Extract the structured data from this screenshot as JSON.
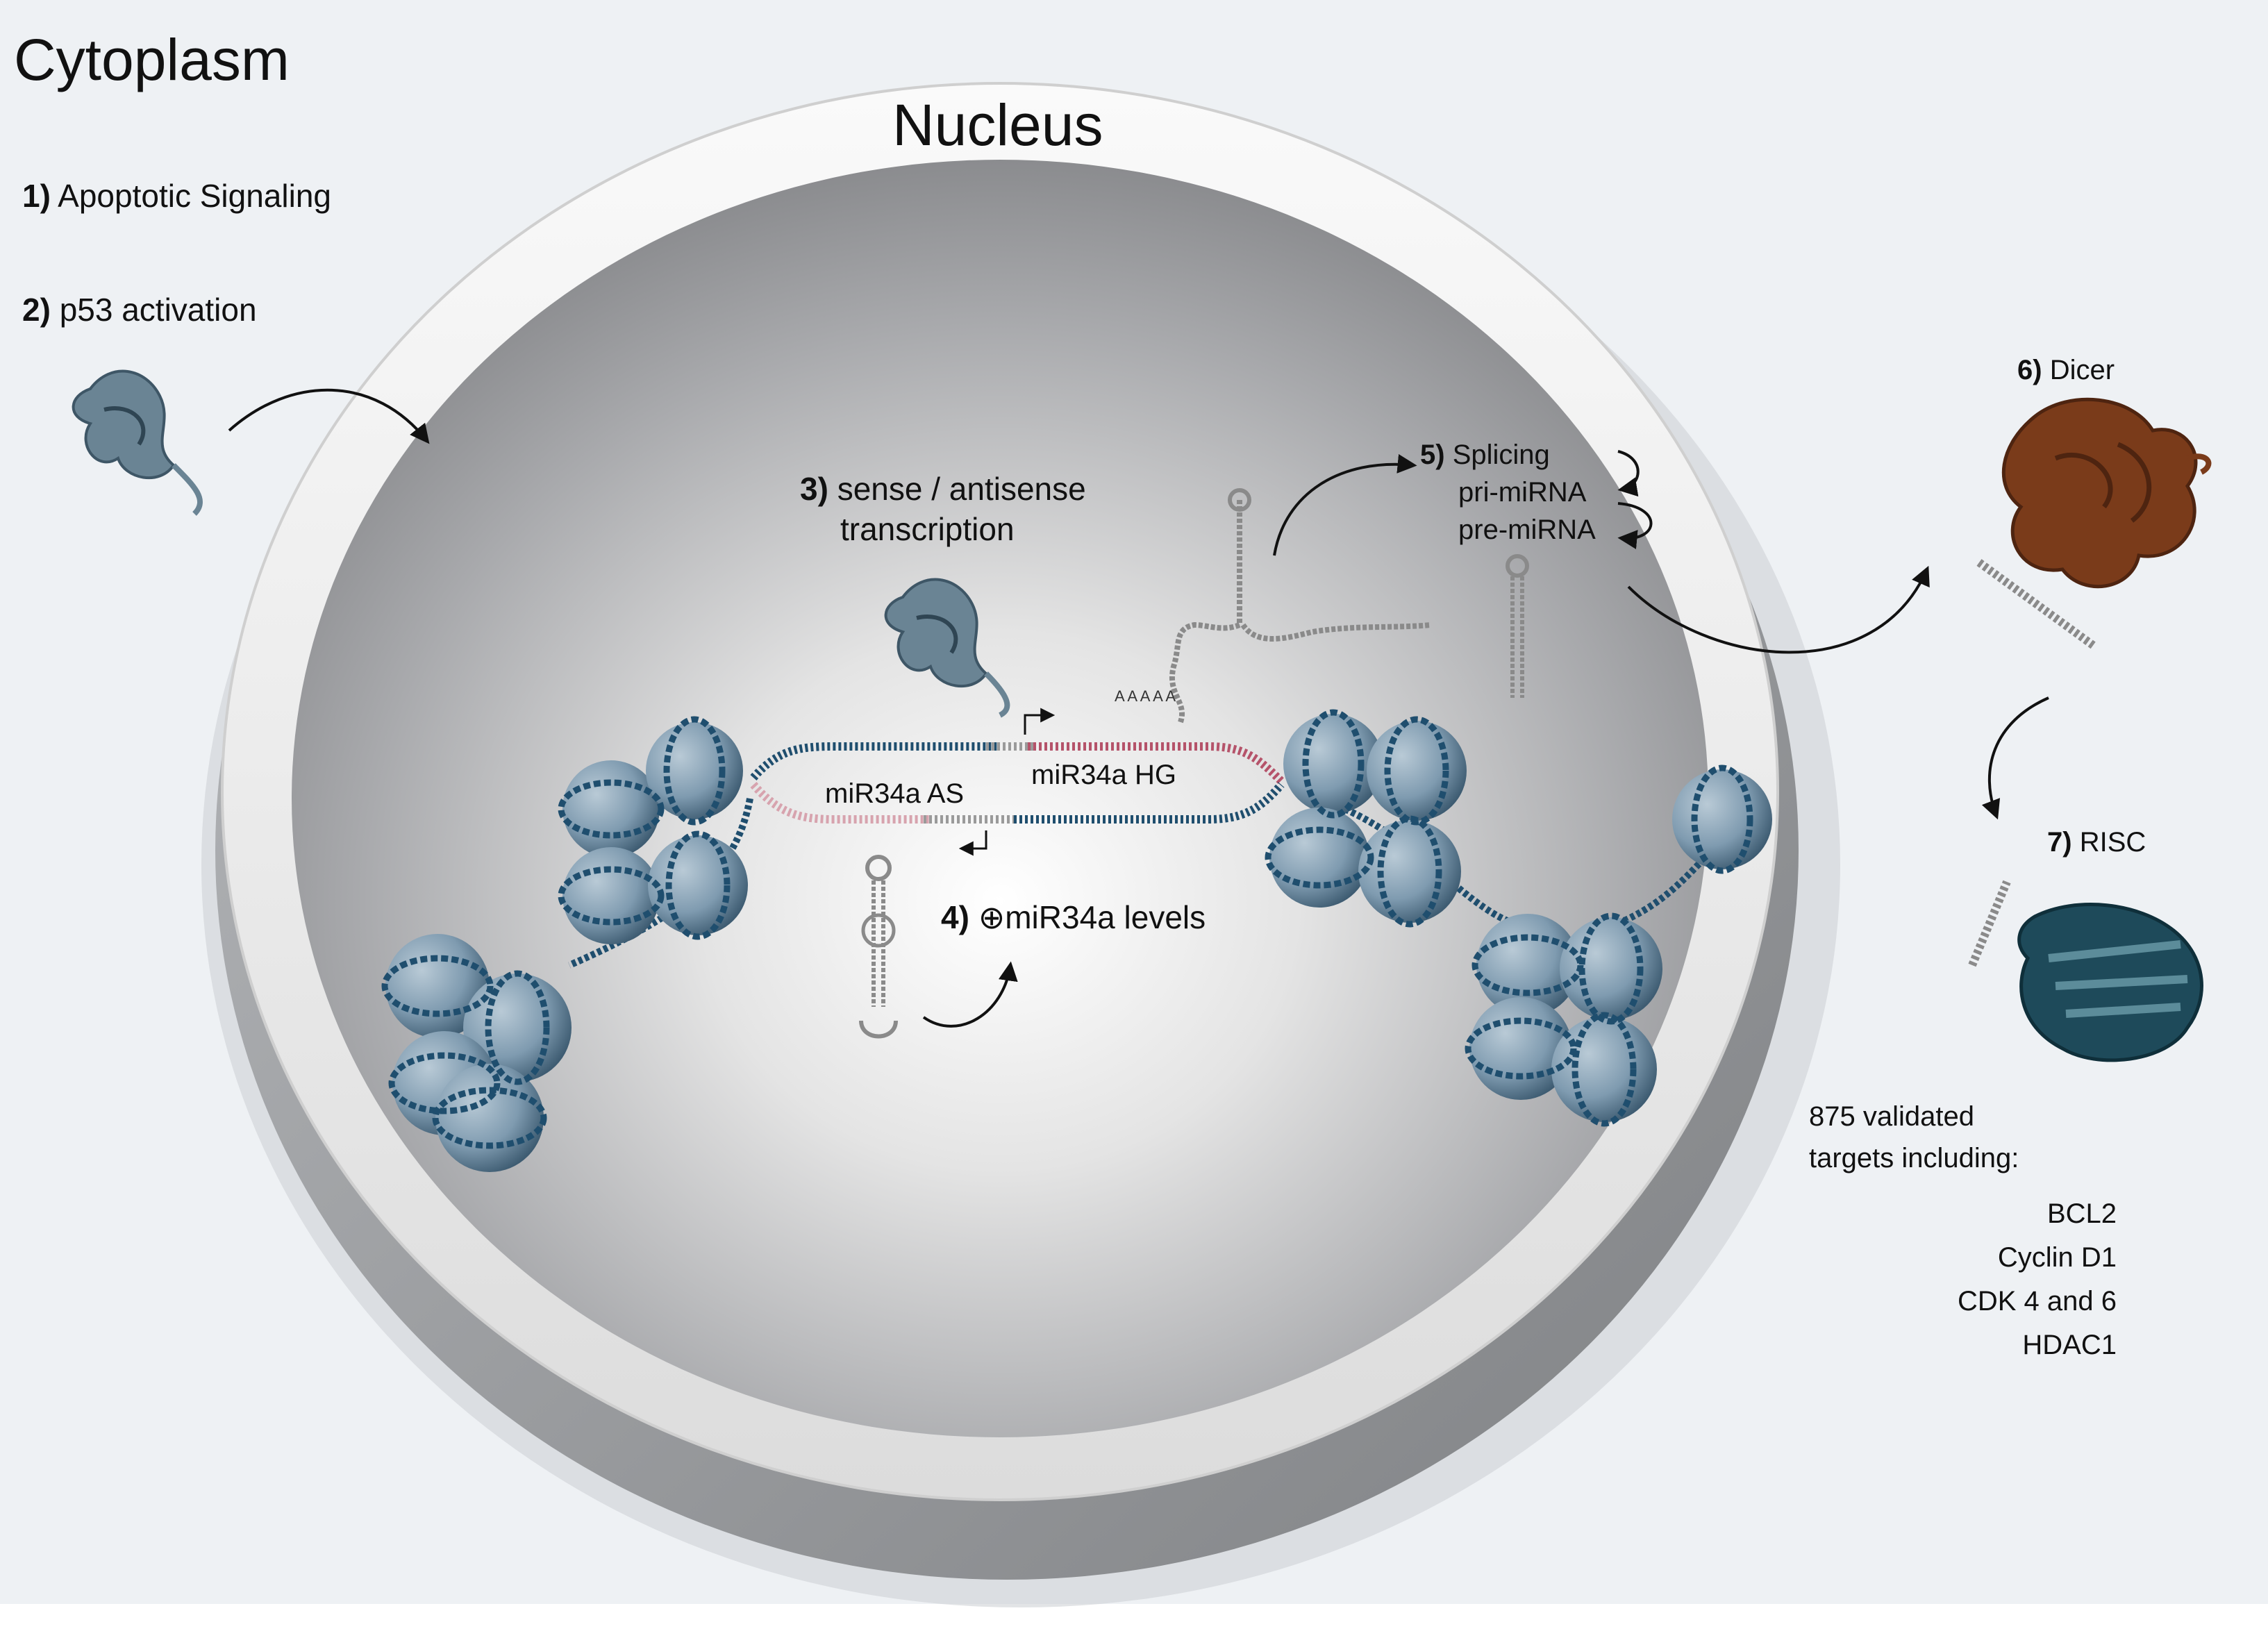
{
  "regions": {
    "cytoplasm": "Cytoplasm",
    "nucleus": "Nucleus"
  },
  "steps": {
    "s1": {
      "num": "1)",
      "text": "Apoptotic Signaling"
    },
    "s2": {
      "num": "2)",
      "text": "p53 activation"
    },
    "s3": {
      "num": "3)",
      "text_a": "sense / antisense",
      "text_b": "transcription"
    },
    "s4": {
      "num": "4)",
      "symbol": "⊕",
      "text": "miR34a levels"
    },
    "s5": {
      "num": "5)",
      "text": "Splicing",
      "pri": "pri-miRNA",
      "pre": "pre-miRNA"
    },
    "s6": {
      "num": "6)",
      "text": "Dicer"
    },
    "s7": {
      "num": "7)",
      "text": "RISC"
    }
  },
  "genes": {
    "hg": "miR34a HG",
    "as": "miR34a AS"
  },
  "targets": {
    "heading_a": "875 validated",
    "heading_b": "targets including:",
    "items": [
      "BCL2",
      "Cyclin D1",
      "CDK 4 and 6",
      "HDAC1"
    ]
  },
  "colors": {
    "background": "#eef1f4",
    "nuclear_envelope": "#f2f2f2",
    "nucleus_dark": "#8c8d90",
    "chromatin": "#1f4e6e",
    "histone": "#7f9bb0",
    "protein_p53": "#6a8494",
    "protein_dicer": "#7a3b1a",
    "protein_risc": "#1e4a5a",
    "rna_sense": "#b5536a"
  }
}
